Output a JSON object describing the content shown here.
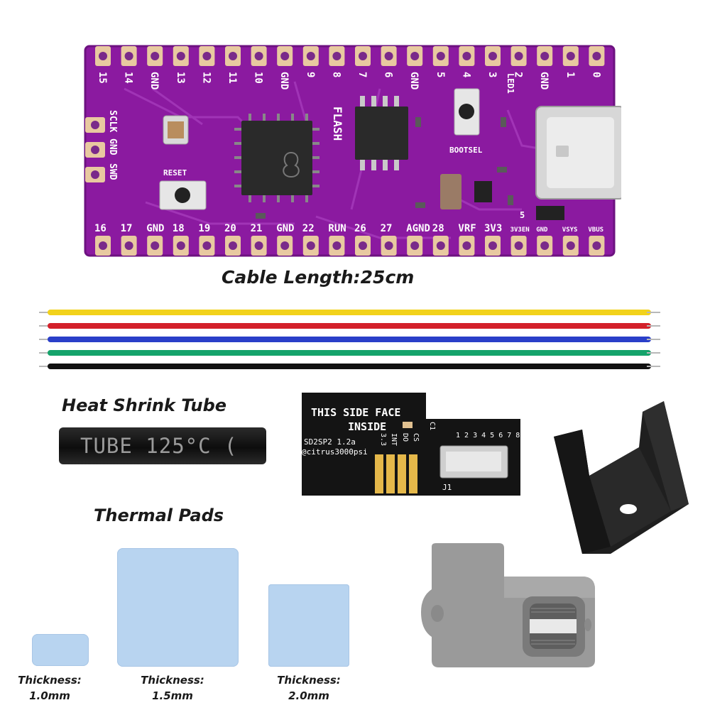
{
  "board": {
    "top_pins": [
      "15",
      "14",
      "GND",
      "13",
      "12",
      "11",
      "10",
      "GND",
      "9",
      "8",
      "7",
      "6",
      "GND",
      "5",
      "4",
      "3",
      "2",
      "GND",
      "1",
      "0"
    ],
    "bottom_pins": [
      "16",
      "17",
      "GND",
      "18",
      "19",
      "20",
      "21",
      "GND",
      "22",
      "RUN",
      "26",
      "27",
      "AGND",
      "28",
      "VRF",
      "3V3",
      "3V3EN",
      "GND",
      "VSYS",
      "VBUS"
    ],
    "left_labels": [
      "SCLK",
      "GND",
      "SWD"
    ],
    "chip_labels": {
      "flash": "FLASH",
      "bootsel": "BOOTSEL",
      "reset": "RESET",
      "led": "LED1",
      "five": "5"
    },
    "colors": {
      "pcb": "#8b1aa0",
      "pcb_dark": "#6d1280",
      "pad": "#e8c9a0"
    }
  },
  "captions": {
    "cable_length": "Cable Length:25cm",
    "heat_shrink": "Heat Shrink Tube",
    "thermal_pads": "Thermal Pads"
  },
  "wires": {
    "colors": [
      "#f2d21b",
      "#d3202a",
      "#2a3fc9",
      "#15a36b",
      "#111111"
    ]
  },
  "heat_shrink_tube": {
    "print": "TUBE 125°C ("
  },
  "adapter": {
    "text_line1": "THIS SIDE FACE",
    "text_line2": "INSIDE",
    "model": "SD2SP2 1.2a",
    "author": "@citrus3000psi",
    "pins": [
      "3.3",
      "INT",
      "DO",
      "CS"
    ],
    "connector_numbers": "1 2 3 4 5 6 7 8",
    "c1": "C1",
    "j1": "J1"
  },
  "thermal_pad_items": [
    {
      "label_line1": "Thickness:",
      "label_line2": "1.0mm"
    },
    {
      "label_line1": "Thickness:",
      "label_line2": "1.5mm"
    },
    {
      "label_line1": "Thickness:",
      "label_line2": "2.0mm"
    }
  ]
}
